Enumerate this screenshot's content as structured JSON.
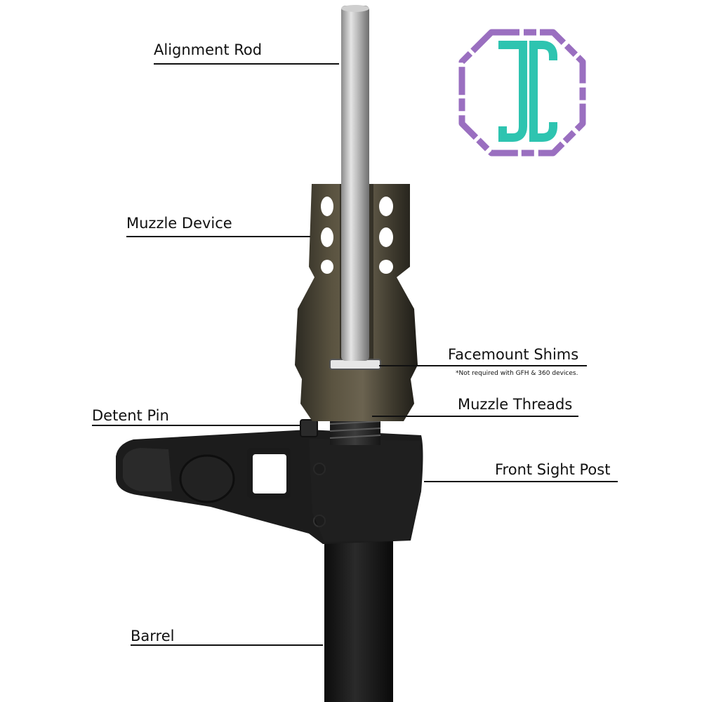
{
  "diagram": {
    "logo": {
      "text": "JC",
      "primary_color": "#2ec4b0",
      "frame_color": "#9a6fc0",
      "shape": "octagon"
    },
    "labels": {
      "alignment_rod": "Alignment Rod",
      "muzzle_device": "Muzzle Device",
      "facemount_shims": "Facemount Shims",
      "facemount_note": "*Not required with GFH & 360 devices.",
      "muzzle_threads": "Muzzle Threads",
      "detent_pin": "Detent Pin",
      "front_sight_post": "Front Sight Post",
      "barrel": "Barrel"
    },
    "colors": {
      "label_text": "#111111",
      "leader_line": "#111111",
      "rod": "#b8b8b8",
      "muzzle_device": "#4a4536",
      "front_sight": "#1c1c1c",
      "barrel": "#141414"
    }
  }
}
